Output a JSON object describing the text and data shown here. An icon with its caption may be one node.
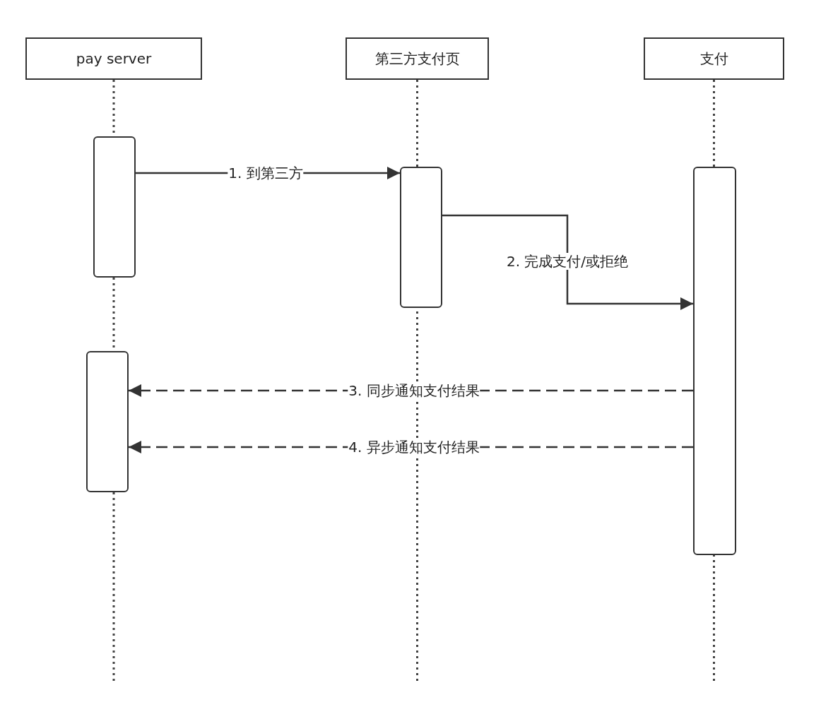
{
  "diagram": {
    "nodes": [
      {
        "text": [
          "pay server"
        ]
      },
      {
        "text": [
          "第三方支付页"
        ]
      },
      {
        "text": [
          "支付"
        ]
      },
      {
        "text": [],
        "shape": "bar"
      },
      {
        "text": [],
        "shape": "bar"
      },
      {
        "text": [],
        "shape": "bar"
      },
      {
        "text": [],
        "shape": "bar"
      }
    ],
    "edges": [
      {
        "from": 3,
        "to": 4,
        "arrow": "to",
        "label": "1. 到第三方"
      },
      {
        "from": 4,
        "to": 5,
        "arrow": "to",
        "label": "2. 完成支付/或拒绝"
      },
      {
        "from": 5,
        "to": 6,
        "arrow": "to",
        "label": "3. 同步通知支付结果",
        "style": "dashed"
      },
      {
        "from": 5,
        "to": 6,
        "arrow": "to",
        "label": "4. 异步通知支付结果",
        "style": "dashed"
      }
    ]
  }
}
